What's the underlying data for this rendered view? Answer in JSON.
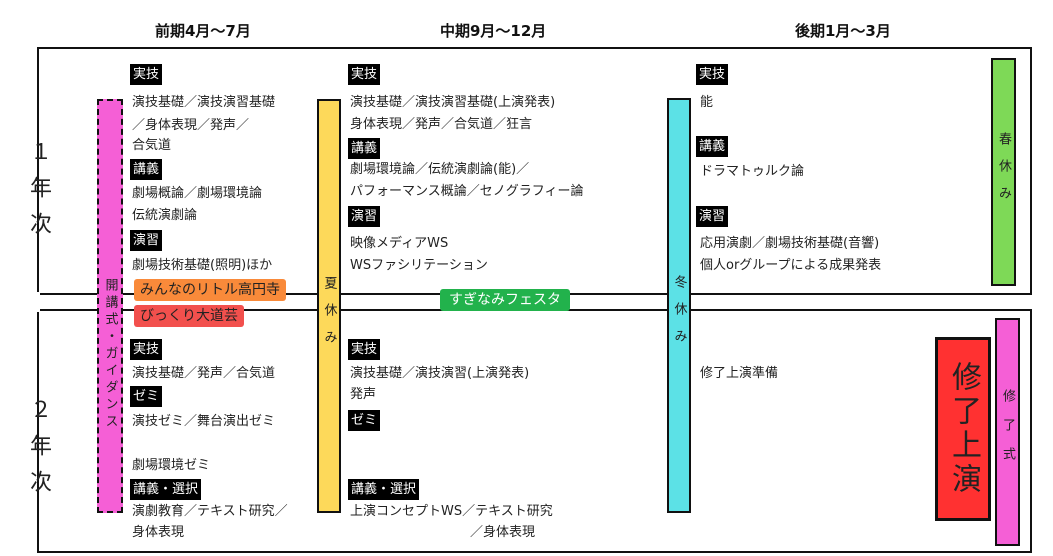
{
  "headers": [
    "前期4月〜7月",
    "中期9月〜12月",
    "後期1月〜3月"
  ],
  "years": [
    "１年次",
    "２年次"
  ],
  "bars": {
    "opening": "開講式・ガイダンス",
    "summer": "夏休み",
    "winter": "冬休み",
    "spring": "春休み",
    "graduation": "修了式",
    "final_show": "修了上演"
  },
  "events": {
    "little": "みんなのリトル高円寺",
    "daidogei": "びっくり大道芸",
    "festa": "すぎなみフェスタ"
  },
  "y1": {
    "early": {
      "tag1": "実技",
      "l1": "演技基礎／演技演習基礎",
      "l2": "／身体表現／発声／",
      "l3": "合気道",
      "tag2": "講義",
      "l4": "劇場概論／劇場環境論",
      "l5": "伝統演劇論",
      "tag3": "演習",
      "l6": "劇場技術基礎(照明)ほか"
    },
    "mid": {
      "tag1": "実技",
      "l1": "演技基礎／演技演習基礎(上演発表)",
      "l2": "身体表現／発声／合気道／狂言",
      "tag2": "講義",
      "l3": "劇場環境論／伝統演劇論(能)／",
      "l4": "パフォーマンス概論／セノグラフィー論",
      "tag3": "演習",
      "l5": "映像メディアWS",
      "l6": "WSファシリテーション"
    },
    "late": {
      "tag1": "実技",
      "l1": "能",
      "tag2": "講義",
      "l2": "ドラマトゥルク論",
      "tag3": "演習",
      "l3": "応用演劇／劇場技術基礎(音響)",
      "l4": "個人orグループによる成果発表"
    }
  },
  "y2": {
    "early": {
      "tag1": "実技",
      "l1": "演技基礎／発声／合気道",
      "tag2": "ゼミ",
      "l2": "演技ゼミ／舞台演出ゼミ",
      "l3": "劇場環境ゼミ",
      "tag3": "講義・選択",
      "l4": "演劇教育／テキスト研究／",
      "l5": "身体表現"
    },
    "mid": {
      "tag1": "実技",
      "l1": "演技基礎／演技演習(上演発表)",
      "l2": "発声",
      "tag2": "ゼミ",
      "tag3": "講義・選択",
      "l3": "上演コンセプトWS／テキスト研究",
      "l4": "／身体表現"
    },
    "late": {
      "l1": "修了上演準備"
    }
  },
  "colors": {
    "opening": "#f55fd6",
    "summer": "#fdd95a",
    "winter": "#5ce1e6",
    "spring": "#7ed957",
    "final": "#ff3131",
    "little": "#f98a3a",
    "daidogei": "#f2504d",
    "festa": "#22b24c"
  }
}
